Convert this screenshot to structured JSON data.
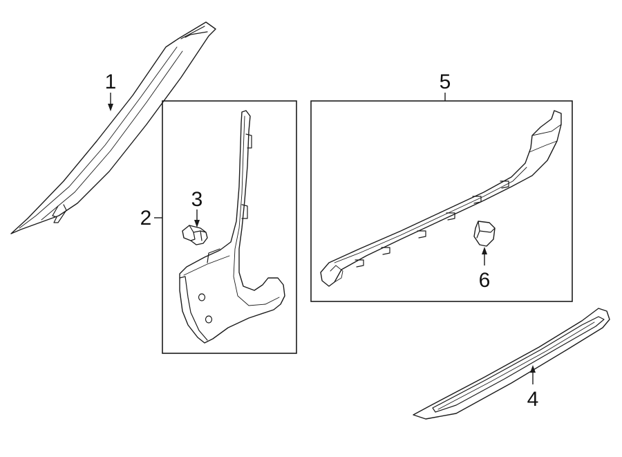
{
  "callouts": {
    "c1": "1",
    "c2": "2",
    "c3": "3",
    "c4": "4",
    "c5": "5",
    "c6": "6"
  },
  "parts": [
    {
      "callout": "1",
      "icon": "a-pillar-trim-icon"
    },
    {
      "callout": "2",
      "icon": "b-pillar-lower-trim-icon"
    },
    {
      "callout": "3",
      "icon": "trim-clip-icon"
    },
    {
      "callout": "4",
      "icon": "scuff-plate-icon"
    },
    {
      "callout": "5",
      "icon": "rocker-panel-molding-icon"
    },
    {
      "callout": "6",
      "icon": "molding-clip-icon"
    }
  ],
  "colors": {
    "line": "#1a1a1a",
    "background": "#ffffff"
  }
}
